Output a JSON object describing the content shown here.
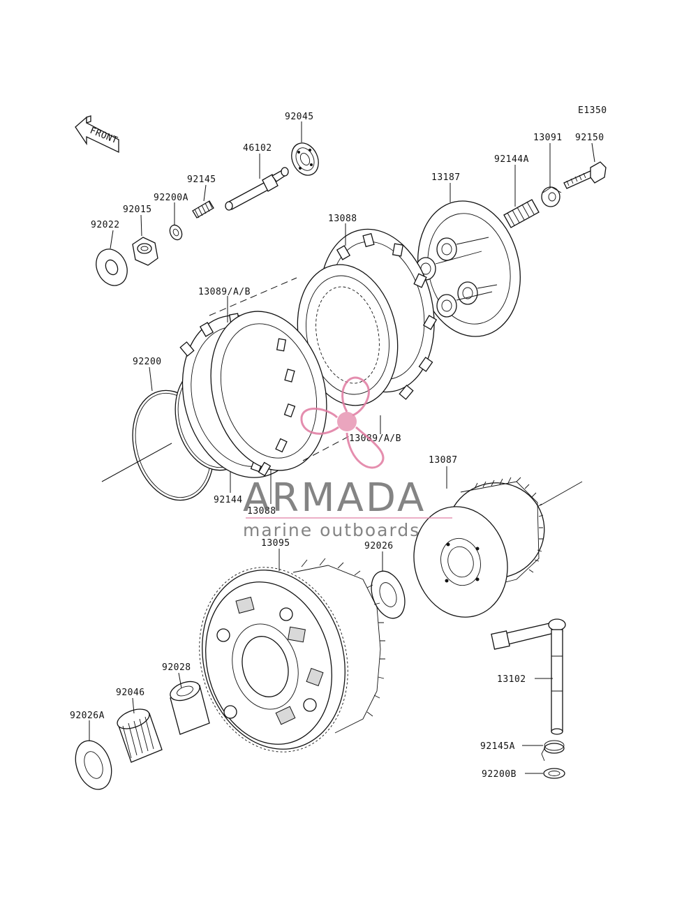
{
  "diagram_code": "E1350",
  "front_label": "FRONT",
  "labels": {
    "p92045": "92045",
    "p46102": "46102",
    "p92150": "92150",
    "p13091": "13091",
    "p92145": "92145",
    "p92200A": "92200A",
    "p92015": "92015",
    "p92022": "92022",
    "p13187": "13187",
    "p92144A": "92144A",
    "p13088_top": "13088",
    "p13089_top": "13089/A/B",
    "p92200": "92200",
    "p13089_mid": "13089/A/B",
    "p92144": "92144",
    "p13088_bot": "13088",
    "p13087": "13087",
    "p13095": "13095",
    "p92026": "92026",
    "p13102": "13102",
    "p92028": "92028",
    "p92046": "92046",
    "p92026A": "92026A",
    "p92145A": "92145A",
    "p92200B": "92200B"
  },
  "watermark": {
    "brand": "ARMADA",
    "tagline": "marine outboards",
    "accent_color": "#e07aa0"
  }
}
